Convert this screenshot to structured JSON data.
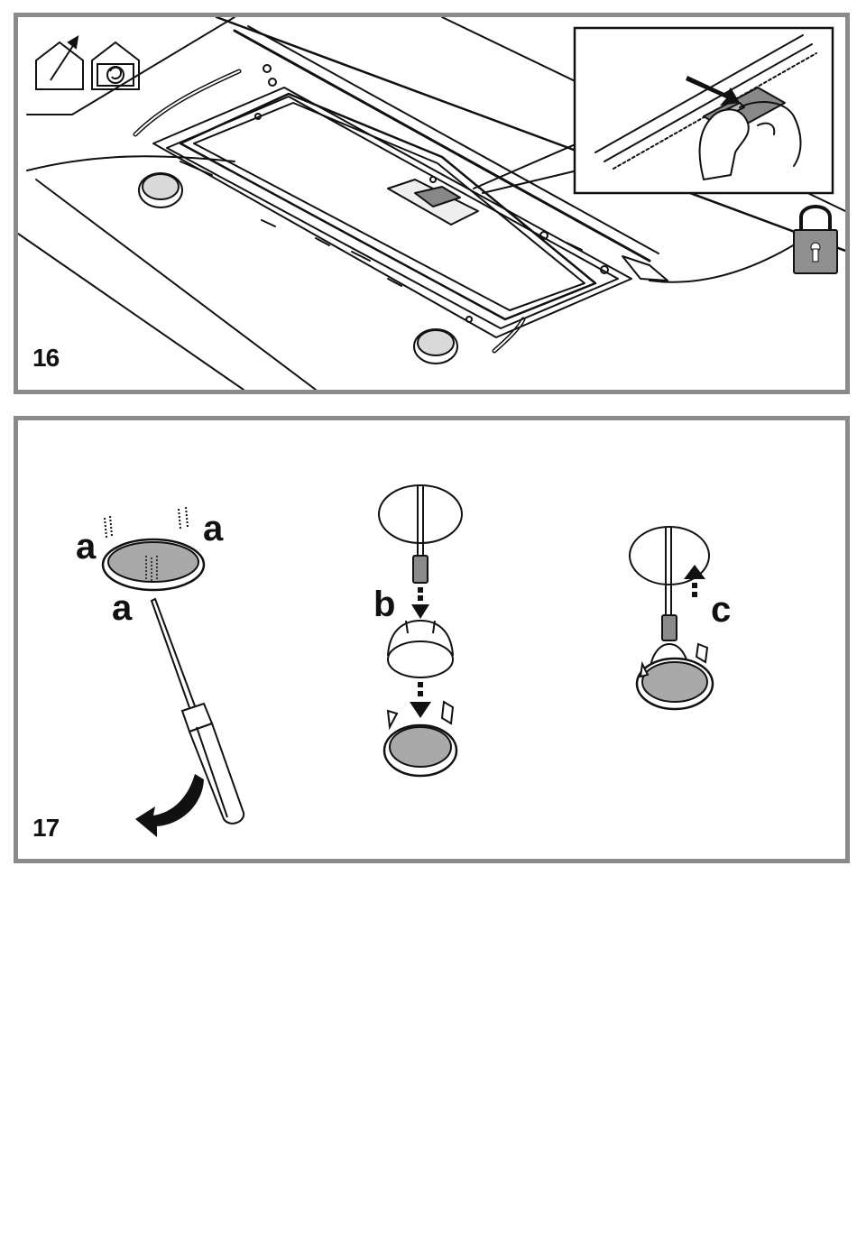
{
  "figures": {
    "fig16": {
      "number": "16"
    },
    "fig17": {
      "number": "17",
      "labels": {
        "a1": "a",
        "a2": "a",
        "a3": "a",
        "b": "b",
        "c": "c"
      }
    }
  },
  "icons": [
    "house-outlet-icon",
    "house-recirculation-icon",
    "padlock-icon",
    "curved-arrow-icon"
  ],
  "colors": {
    "frame": "#8a8a8a",
    "lens": "#a9a9a9",
    "padlock": "#8f8f8f"
  }
}
